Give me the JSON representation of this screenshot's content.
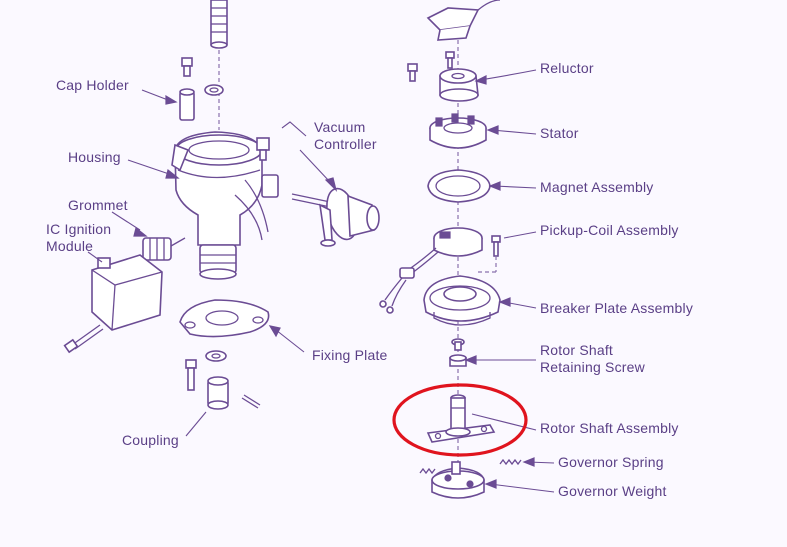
{
  "labels": {
    "cap_holder": "Cap Holder",
    "housing": "Housing",
    "grommet": "Grommet",
    "ic_ignition_module": "IC Ignition\nModule",
    "vacuum_controller": "Vacuum\nController",
    "fixing_plate": "Fixing Plate",
    "coupling": "Coupling",
    "reluctor": "Reluctor",
    "stator": "Stator",
    "magnet_assembly": "Magnet Assembly",
    "pickup_coil_assembly": "Pickup-Coil Assembly",
    "breaker_plate_assembly": "Breaker Plate Assembly",
    "rotor_shaft_retaining_screw": "Rotor Shaft\nRetaining Screw",
    "rotor_shaft_assembly": "Rotor Shaft Assembly",
    "governor_spring": "Governor Spring",
    "governor_weight": "Governor Weight"
  },
  "highlight": {
    "target": "Rotor Shaft Assembly",
    "color": "#e0141e"
  },
  "colors": {
    "ink": "#6b4c94",
    "label": "#5a3f86",
    "paper": "#fbf9ff"
  }
}
